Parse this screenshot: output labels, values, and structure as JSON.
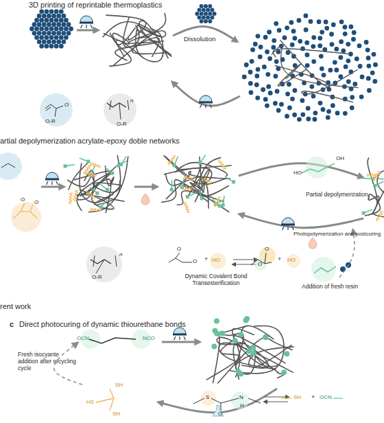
{
  "diagram": {
    "labels": [
      "3D printing of reprintable thermoplastics",
      "Dissolution",
      "O",
      "O-R",
      "n",
      "O-R",
      "artial depolymerization acrylate-epoxy doble networks",
      "HO",
      "OH",
      "Partial depolymerization",
      "Photopolymerization and postcuring",
      "O",
      "O",
      "n",
      "O-R",
      "O",
      "O",
      "+",
      "HO",
      "O",
      "O",
      "+",
      "HO",
      "Dynamic Covalent Bond Transesterification",
      "Addition of fresh resin",
      "rent work",
      "c",
      "Direct photocuring of dynamic thiourethane bonds",
      "OCN",
      "NCO",
      "Fresh isocyante addition after recycling cycle",
      "SH",
      "HS",
      "SH",
      "S",
      "O",
      "N",
      "H",
      "SH",
      "+",
      "OCN"
    ]
  }
}
